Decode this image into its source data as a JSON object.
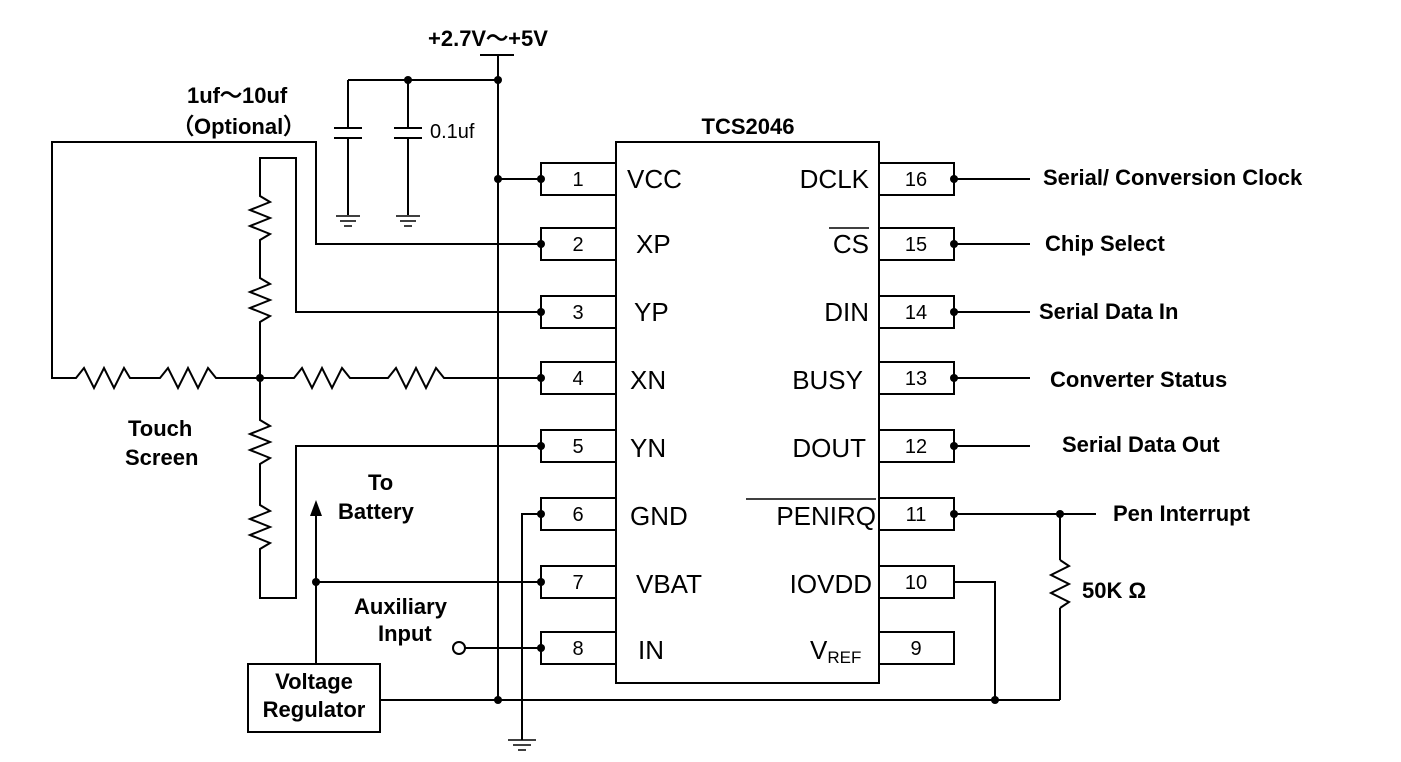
{
  "supply_label": "+2.7V～+5V",
  "chip_name": "TCS2046",
  "cap_large": {
    "value": "1uf～10uf",
    "note": "（Optional）"
  },
  "cap_small": "0.1uf",
  "left_pins": [
    {
      "num": "1",
      "name": "VCC"
    },
    {
      "num": "2",
      "name": "XP"
    },
    {
      "num": "3",
      "name": "YP"
    },
    {
      "num": "4",
      "name": "XN"
    },
    {
      "num": "5",
      "name": "YN"
    },
    {
      "num": "6",
      "name": "GND"
    },
    {
      "num": "7",
      "name": "VBAT"
    },
    {
      "num": "8",
      "name": "IN"
    }
  ],
  "right_pins": [
    {
      "num": "16",
      "name": "DCLK",
      "signal": "Serial/ Conversion Clock"
    },
    {
      "num": "15",
      "name": "CS",
      "signal": "Chip Select"
    },
    {
      "num": "14",
      "name": "DIN",
      "signal": "Serial Data In"
    },
    {
      "num": "13",
      "name": "BUSY",
      "signal": "Converter Status"
    },
    {
      "num": "12",
      "name": "DOUT",
      "signal": "Serial Data Out"
    },
    {
      "num": "11",
      "name": "PENIRQ",
      "signal": "Pen Interrupt"
    },
    {
      "num": "10",
      "name": "IOVDD",
      "signal": ""
    },
    {
      "num": "9",
      "name": "V",
      "sub": "REF",
      "signal": ""
    }
  ],
  "touch_screen": {
    "line1": "Touch",
    "line2": "Screen"
  },
  "battery": {
    "line1": "To",
    "line2": "Battery"
  },
  "aux": {
    "line1": "Auxiliary",
    "line2": "Input"
  },
  "regulator": {
    "line1": "Voltage",
    "line2": "Regulator"
  },
  "pullup_label": "50K Ω"
}
